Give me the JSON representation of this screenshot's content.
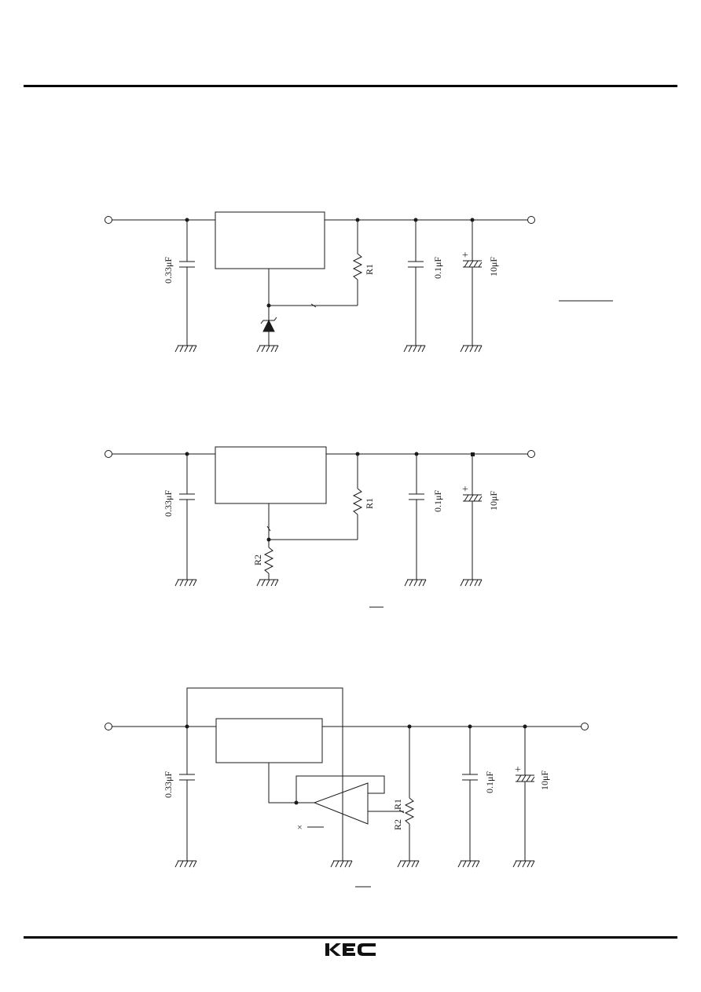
{
  "diagrams": [
    {
      "id": "circuit-1",
      "labels": {
        "c_in": "0.33μF",
        "r1": "R1",
        "c_out": "0.1μF",
        "c_elec": "10μF",
        "plus": "+"
      }
    },
    {
      "id": "circuit-2",
      "labels": {
        "c_in": "0.33μF",
        "r1": "R1",
        "r2": "R2",
        "c_out": "0.1μF",
        "c_elec": "10μF",
        "plus": "+"
      }
    },
    {
      "id": "circuit-3",
      "labels": {
        "c_in": "0.33μF",
        "r1": "R1",
        "r2": "R2",
        "c_out": "0.1μF",
        "c_elec": "10μF",
        "plus": "+",
        "cross": "×"
      }
    }
  ],
  "footer": {
    "logo_text": "KEC"
  }
}
